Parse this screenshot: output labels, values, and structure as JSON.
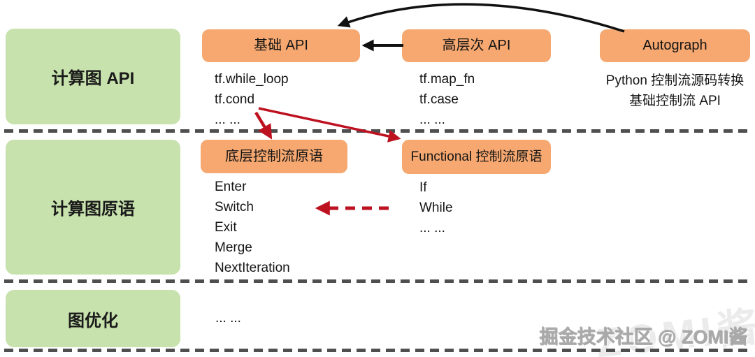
{
  "colors": {
    "box_orange": "#F6A870",
    "box_green": "#C7E2AD",
    "arrow_black": "#111111",
    "arrow_red": "#BE1120",
    "dash_gray": "#4F4F4F",
    "watermark_gray": "#A9A9A9"
  },
  "sections": [
    {
      "label": "计算图 API"
    },
    {
      "label": "计算图原语"
    },
    {
      "label": "图优化"
    }
  ],
  "groups": {
    "base_api": {
      "title": "基础 API",
      "items": [
        "tf.while_loop",
        "tf.cond",
        "... ..."
      ]
    },
    "high_level_api": {
      "title": "高层次 API",
      "items": [
        "tf.map_fn",
        "tf.case",
        "... ..."
      ]
    },
    "autograph": {
      "title": "Autograph",
      "items": [
        "Python 控制流源码转换",
        "基础控制流 API"
      ]
    },
    "low_level_primitives": {
      "title": "底层控制流原语",
      "items": [
        "Enter",
        "Switch",
        "Exit",
        "Merge",
        "NextIteration"
      ]
    },
    "functional_primitives": {
      "title": "Functional 控制流原语",
      "items": [
        "If",
        "While",
        "... ..."
      ]
    },
    "graph_optimization": {
      "items": [
        "... ..."
      ]
    }
  },
  "watermark": {
    "text": "掘金技术社区 @ ZOMI酱",
    "ghost": "ZOMI酱"
  }
}
